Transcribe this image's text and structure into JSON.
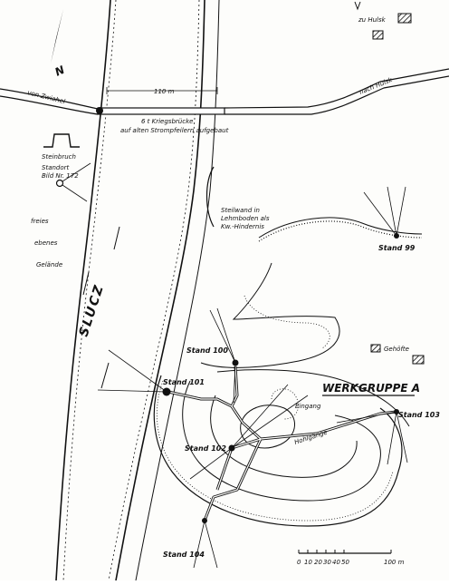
{
  "legend": {
    "to_hulsk": "zu Hulsk"
  },
  "north": {
    "label": "N"
  },
  "bridge": {
    "from_left": "von Zwiahel",
    "to_right": "nach Hulsk",
    "span": "110 m",
    "caption_1": "6 t Kriegsbrücke",
    "caption_2": "auf alten Strompfeilern aufgebaut"
  },
  "quarry": {
    "label": "Steinbruch"
  },
  "viewpoint": {
    "line1": "Standort",
    "line2": "Bild Nr. 172"
  },
  "open_ground": [
    "freies",
    "ebenes",
    "Gelände"
  ],
  "steep_wall": [
    "Steilwand in",
    "Lehmboden als",
    "Kw.-Hindernis"
  ],
  "river": {
    "name": "SLUCZ"
  },
  "group": {
    "title": "WERKGRUPPE A"
  },
  "stands": {
    "s99": "Stand 99",
    "s100": "Stand 100",
    "s101": "Stand 101",
    "s102": "Stand 102",
    "s103": "Stand 103",
    "s104": "Stand 104"
  },
  "entrance": "Eingang",
  "tunnels": "Hohlgänge",
  "farms": "Gehöfte",
  "scale": {
    "ticks": [
      "0",
      "10",
      "20",
      "30",
      "40",
      "50"
    ],
    "end": "100 m"
  }
}
